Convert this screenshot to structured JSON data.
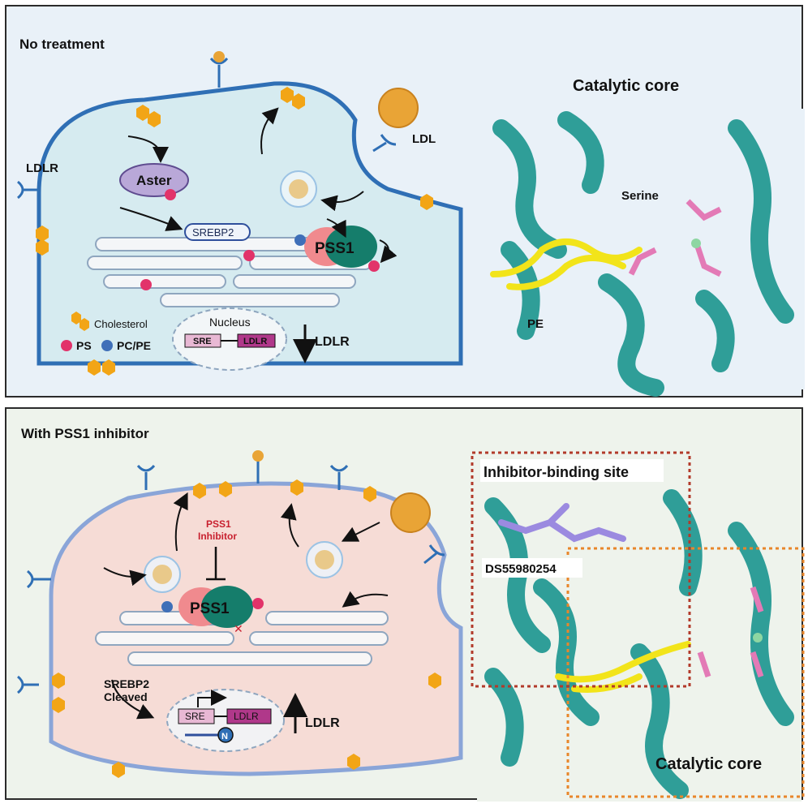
{
  "top_panel": {
    "title": "No treatment",
    "labels": {
      "aster": "Aster",
      "srebp2": "SREBP2",
      "pss1": "PSS1",
      "ldl": "LDL",
      "ldlr_receptor": "LDLR",
      "nucleus": "Nucleus",
      "sre": "SRE",
      "ldlr_gene": "LDLR",
      "ldlr_arrow": "LDLR"
    },
    "legend": {
      "cholesterol": "Cholesterol",
      "ps": "PS",
      "pcpe": "PC/PE"
    },
    "structure": {
      "title": "Catalytic core",
      "serine": "Serine",
      "pe": "PE"
    }
  },
  "bottom_panel": {
    "title": "With PSS1 inhibitor",
    "labels": {
      "inhibitor_line1": "PSS1",
      "inhibitor_line2": "Inhibitor",
      "pss1": "PSS1",
      "srebp2_line1": "SREBP2",
      "srebp2_line2": "Cleaved",
      "sre": "SRE",
      "ldlr_gene": "LDLR",
      "n_marker": "N",
      "ldlr_arrow": "LDLR"
    },
    "structure": {
      "inhibitor_site": "Inhibitor-binding site",
      "compound": "DS55980254",
      "catalytic_core": "Catalytic core"
    }
  },
  "colors": {
    "membrane": "#2f6fb5",
    "cytosol_top": "#d6ebf0",
    "cytosol_bottom": "#f6dcd6",
    "helix": "#2f9e98",
    "ps": "#e2336a",
    "pcpe": "#3f6fb8",
    "cholesterol": "#f2a516",
    "pss1_pink": "#f08a8e",
    "pss1_green": "#157d6b",
    "inhibitor_red": "#c8202f"
  }
}
